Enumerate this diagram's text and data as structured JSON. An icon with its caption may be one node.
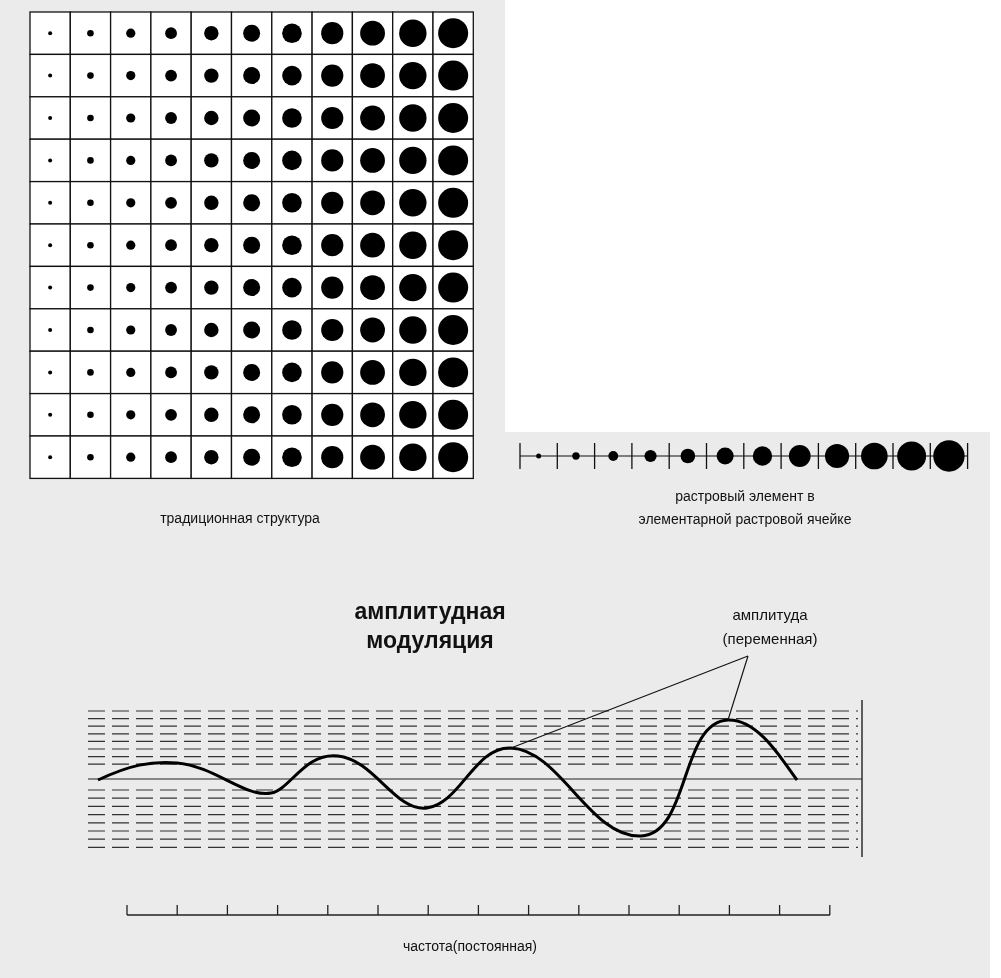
{
  "diagram": {
    "title": "амплитудная модуляция",
    "nodes": [
      {
        "text": [
          "амплитуда (переменная)"
        ]
      },
      {
        "text": [],
        "shape": "curve"
      }
    ],
    "edges": [
      {
        "from": 0,
        "to": 1,
        "arrow": "none"
      },
      {
        "from": 0,
        "to": 1,
        "arrow": "none"
      }
    ],
    "labels": [
      "традиционная структура",
      "растровый элемент в элементарной растровой ячейке",
      "частота(постоянная)"
    ]
  }
}
